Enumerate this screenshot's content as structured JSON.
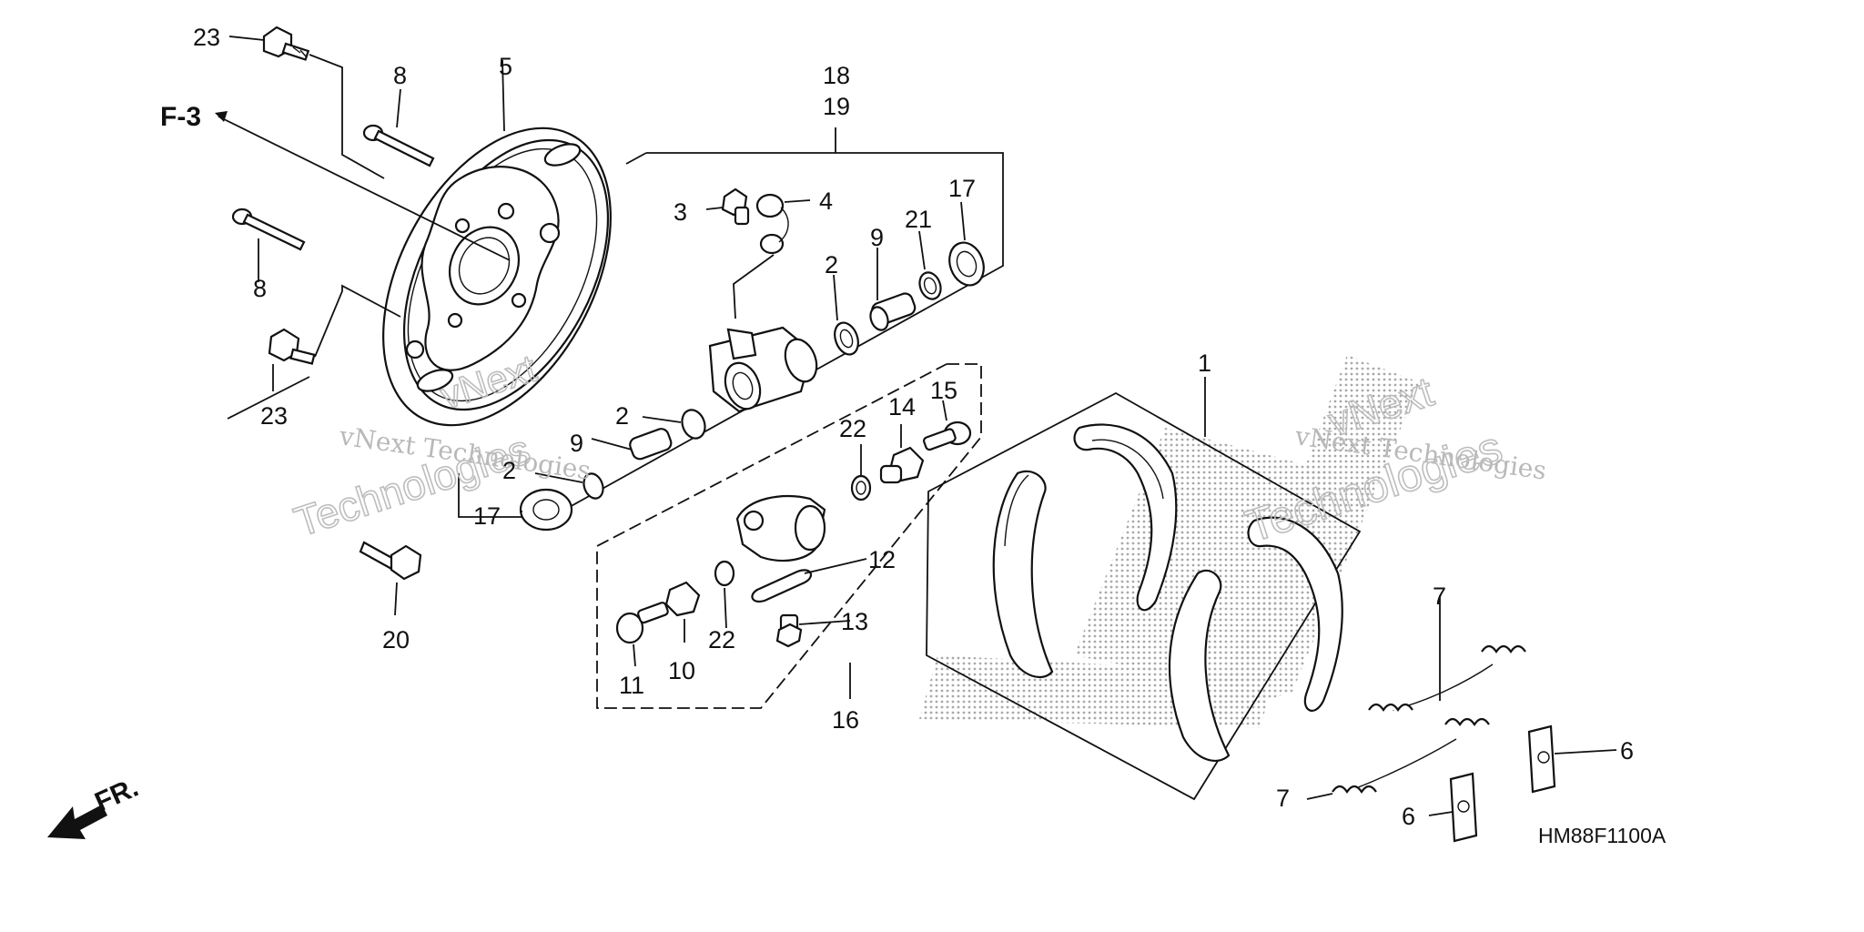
{
  "diagram": {
    "drawing_code": "HM88F1100A",
    "reference": "F-3",
    "direction_label": "FR.",
    "watermark": {
      "line1": "vNext",
      "line2": "Technologies",
      "inline": "vNext Technologies"
    },
    "callouts": {
      "c1": "1",
      "c2a": "2",
      "c2b": "2",
      "c2c": "2",
      "c3": "3",
      "c4": "4",
      "c5": "5",
      "c6a": "6",
      "c6b": "6",
      "c7a": "7",
      "c7b": "7",
      "c8a": "8",
      "c8b": "8",
      "c9a": "9",
      "c9b": "9",
      "c10": "10",
      "c11": "11",
      "c12": "12",
      "c13": "13",
      "c14": "14",
      "c15": "15",
      "c16": "16",
      "c17a": "17",
      "c17b": "17",
      "c18": "18",
      "c19": "19",
      "c20": "20",
      "c21": "21",
      "c22a": "22",
      "c22b": "22",
      "c23a": "23",
      "c23b": "23"
    }
  }
}
